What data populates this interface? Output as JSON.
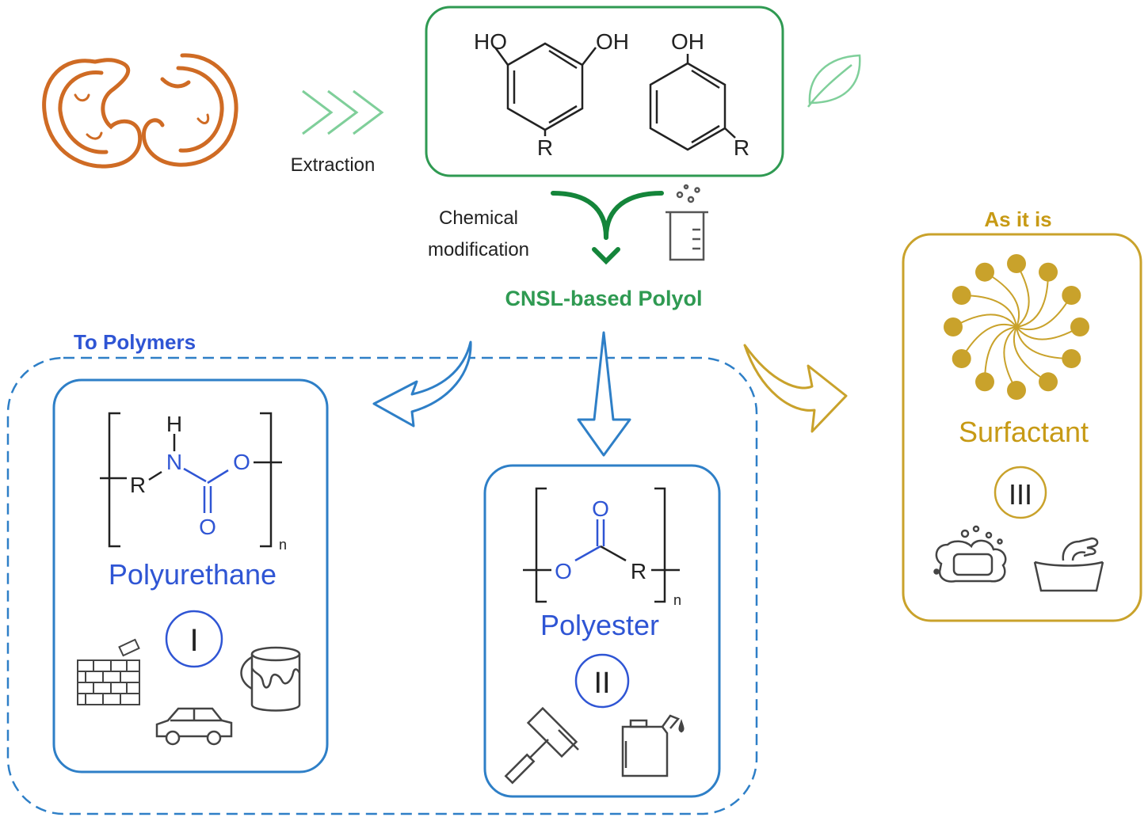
{
  "colors": {
    "green": "#2f9a52",
    "green_light": "#7fcf9a",
    "dark_green": "#14853a",
    "blue": "#2e7fc7",
    "blue_text": "#2f55d4",
    "gold": "#c9a22b",
    "gold_text": "#c79a15",
    "orange": "#cf6b24",
    "black": "#222222",
    "gray": "#444444"
  },
  "labels": {
    "extraction": "Extraction",
    "chemical": "Chemical",
    "modification": "modification",
    "polyol": "CNSL-based Polyol",
    "to_polymers": "To Polymers",
    "as_it_is": "As it is",
    "polyurethane": "Polyurethane",
    "polyester": "Polyester",
    "surfactant": "Surfactant",
    "roman_1": "I",
    "roman_2": "II",
    "roman_3": "III"
  },
  "chem": {
    "ho": "HO",
    "oh": "OH",
    "r": "R",
    "h": "H",
    "n": "N",
    "o": "O",
    "sub_n": "n"
  },
  "icons": [
    "cashew-nut-icon",
    "chevron-arrows-icon",
    "leaf-icon",
    "beaker-icon",
    "micelle-icon",
    "brick-wall-icon",
    "car-icon",
    "paint-can-icon",
    "paint-roller-icon",
    "jerrycan-icon",
    "soap-icon",
    "washbasin-icon"
  ]
}
